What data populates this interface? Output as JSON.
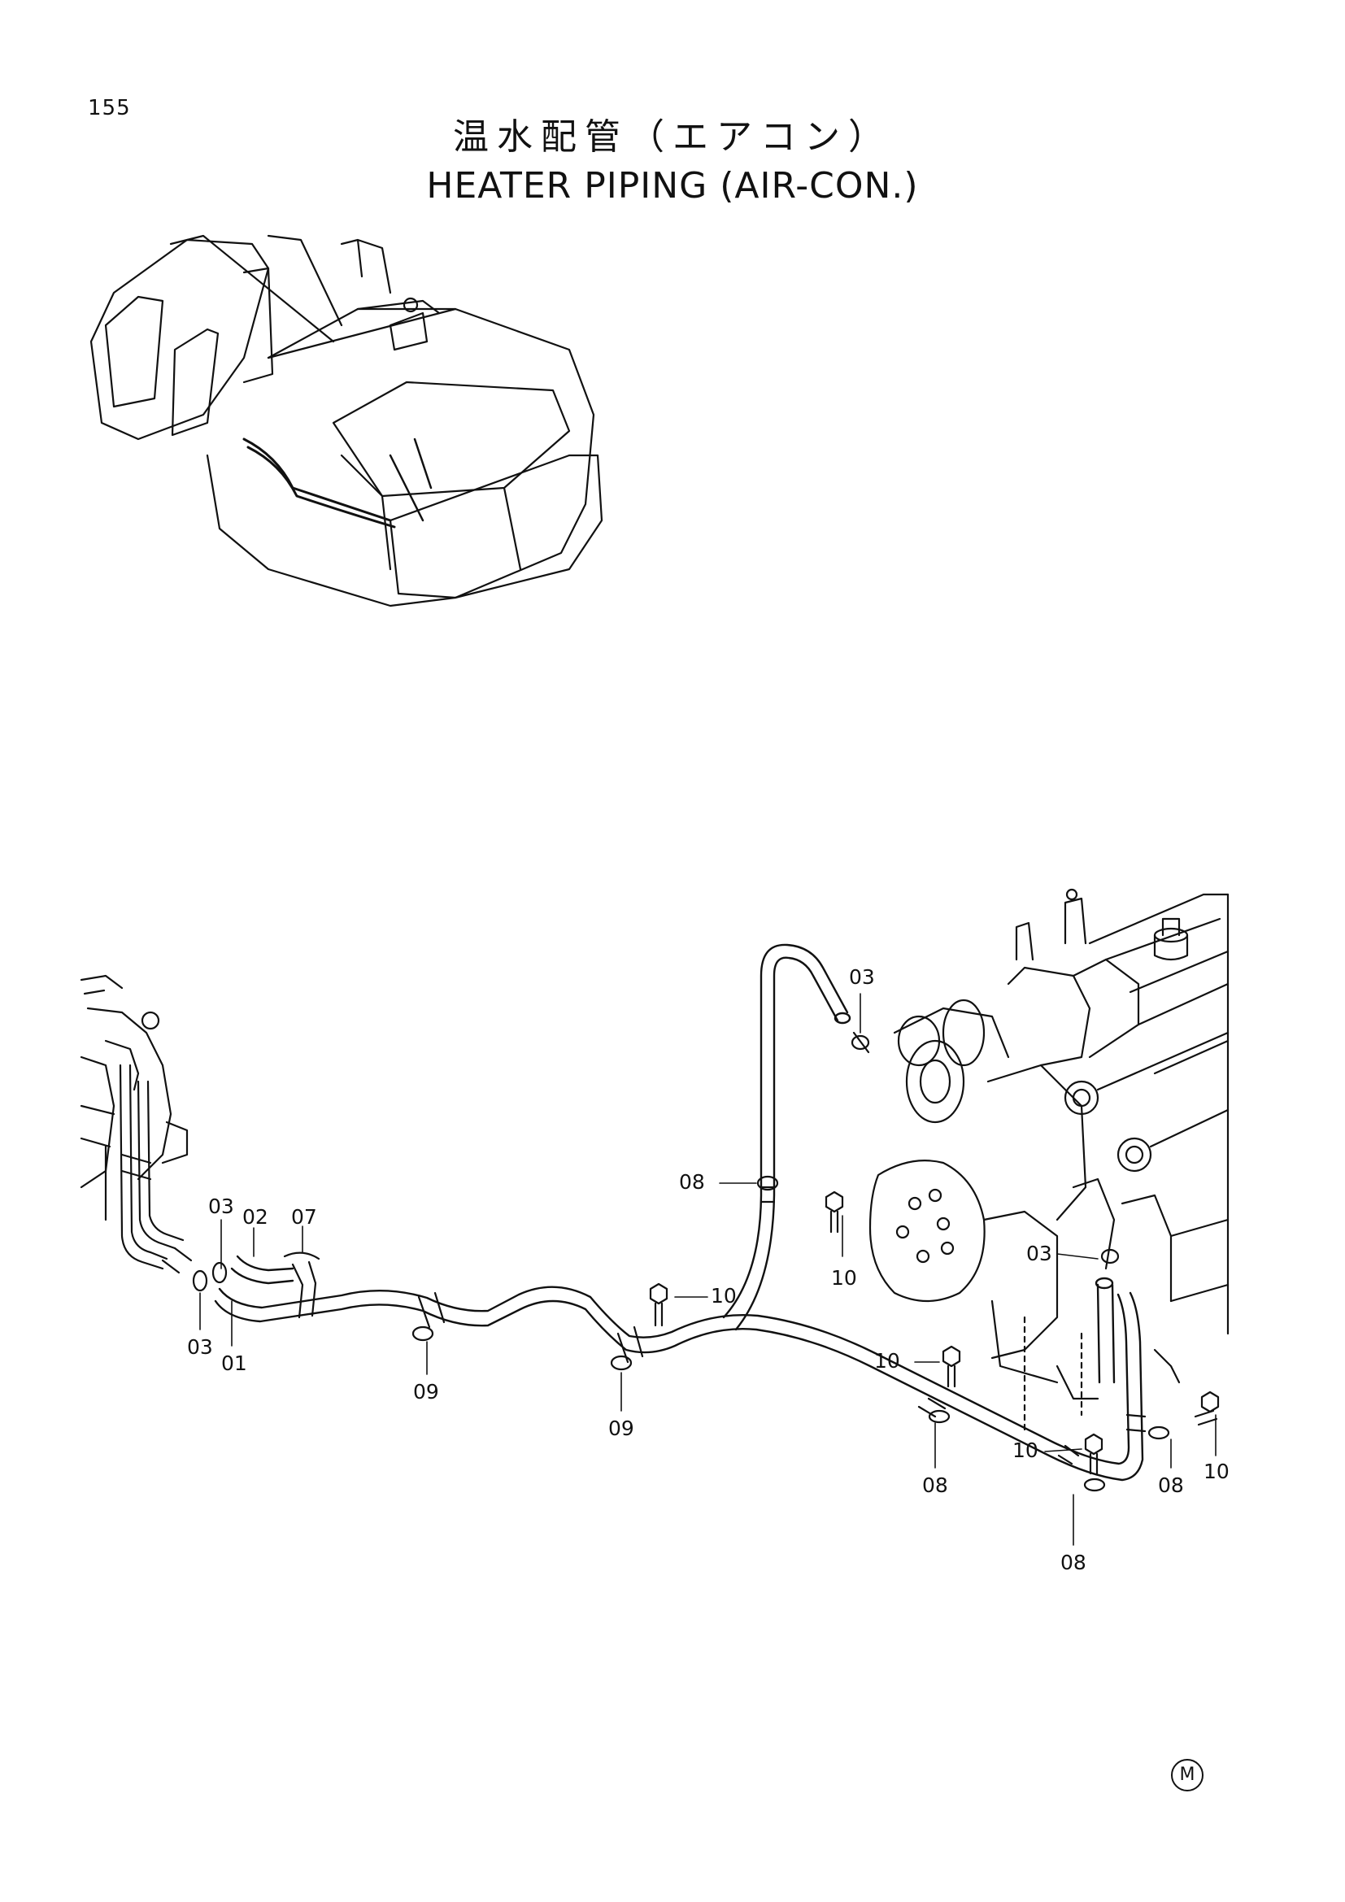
{
  "header": {
    "page_number": "155",
    "title_jp": "温水配管（エアコン）",
    "title_en": "HEATER PIPING (AIR-CON.)"
  },
  "callouts": {
    "c01": "01",
    "c02": "02",
    "c03a": "03",
    "c03b": "03",
    "c03c": "03",
    "c03d": "03",
    "c07": "07",
    "c08a": "08",
    "c08b": "08",
    "c08c": "08",
    "c08d": "08",
    "c09a": "09",
    "c09b": "09",
    "c10a": "10",
    "c10b": "10",
    "c10c": "10",
    "c10d": "10",
    "c10e": "10"
  },
  "footer": {
    "mark": "M"
  }
}
